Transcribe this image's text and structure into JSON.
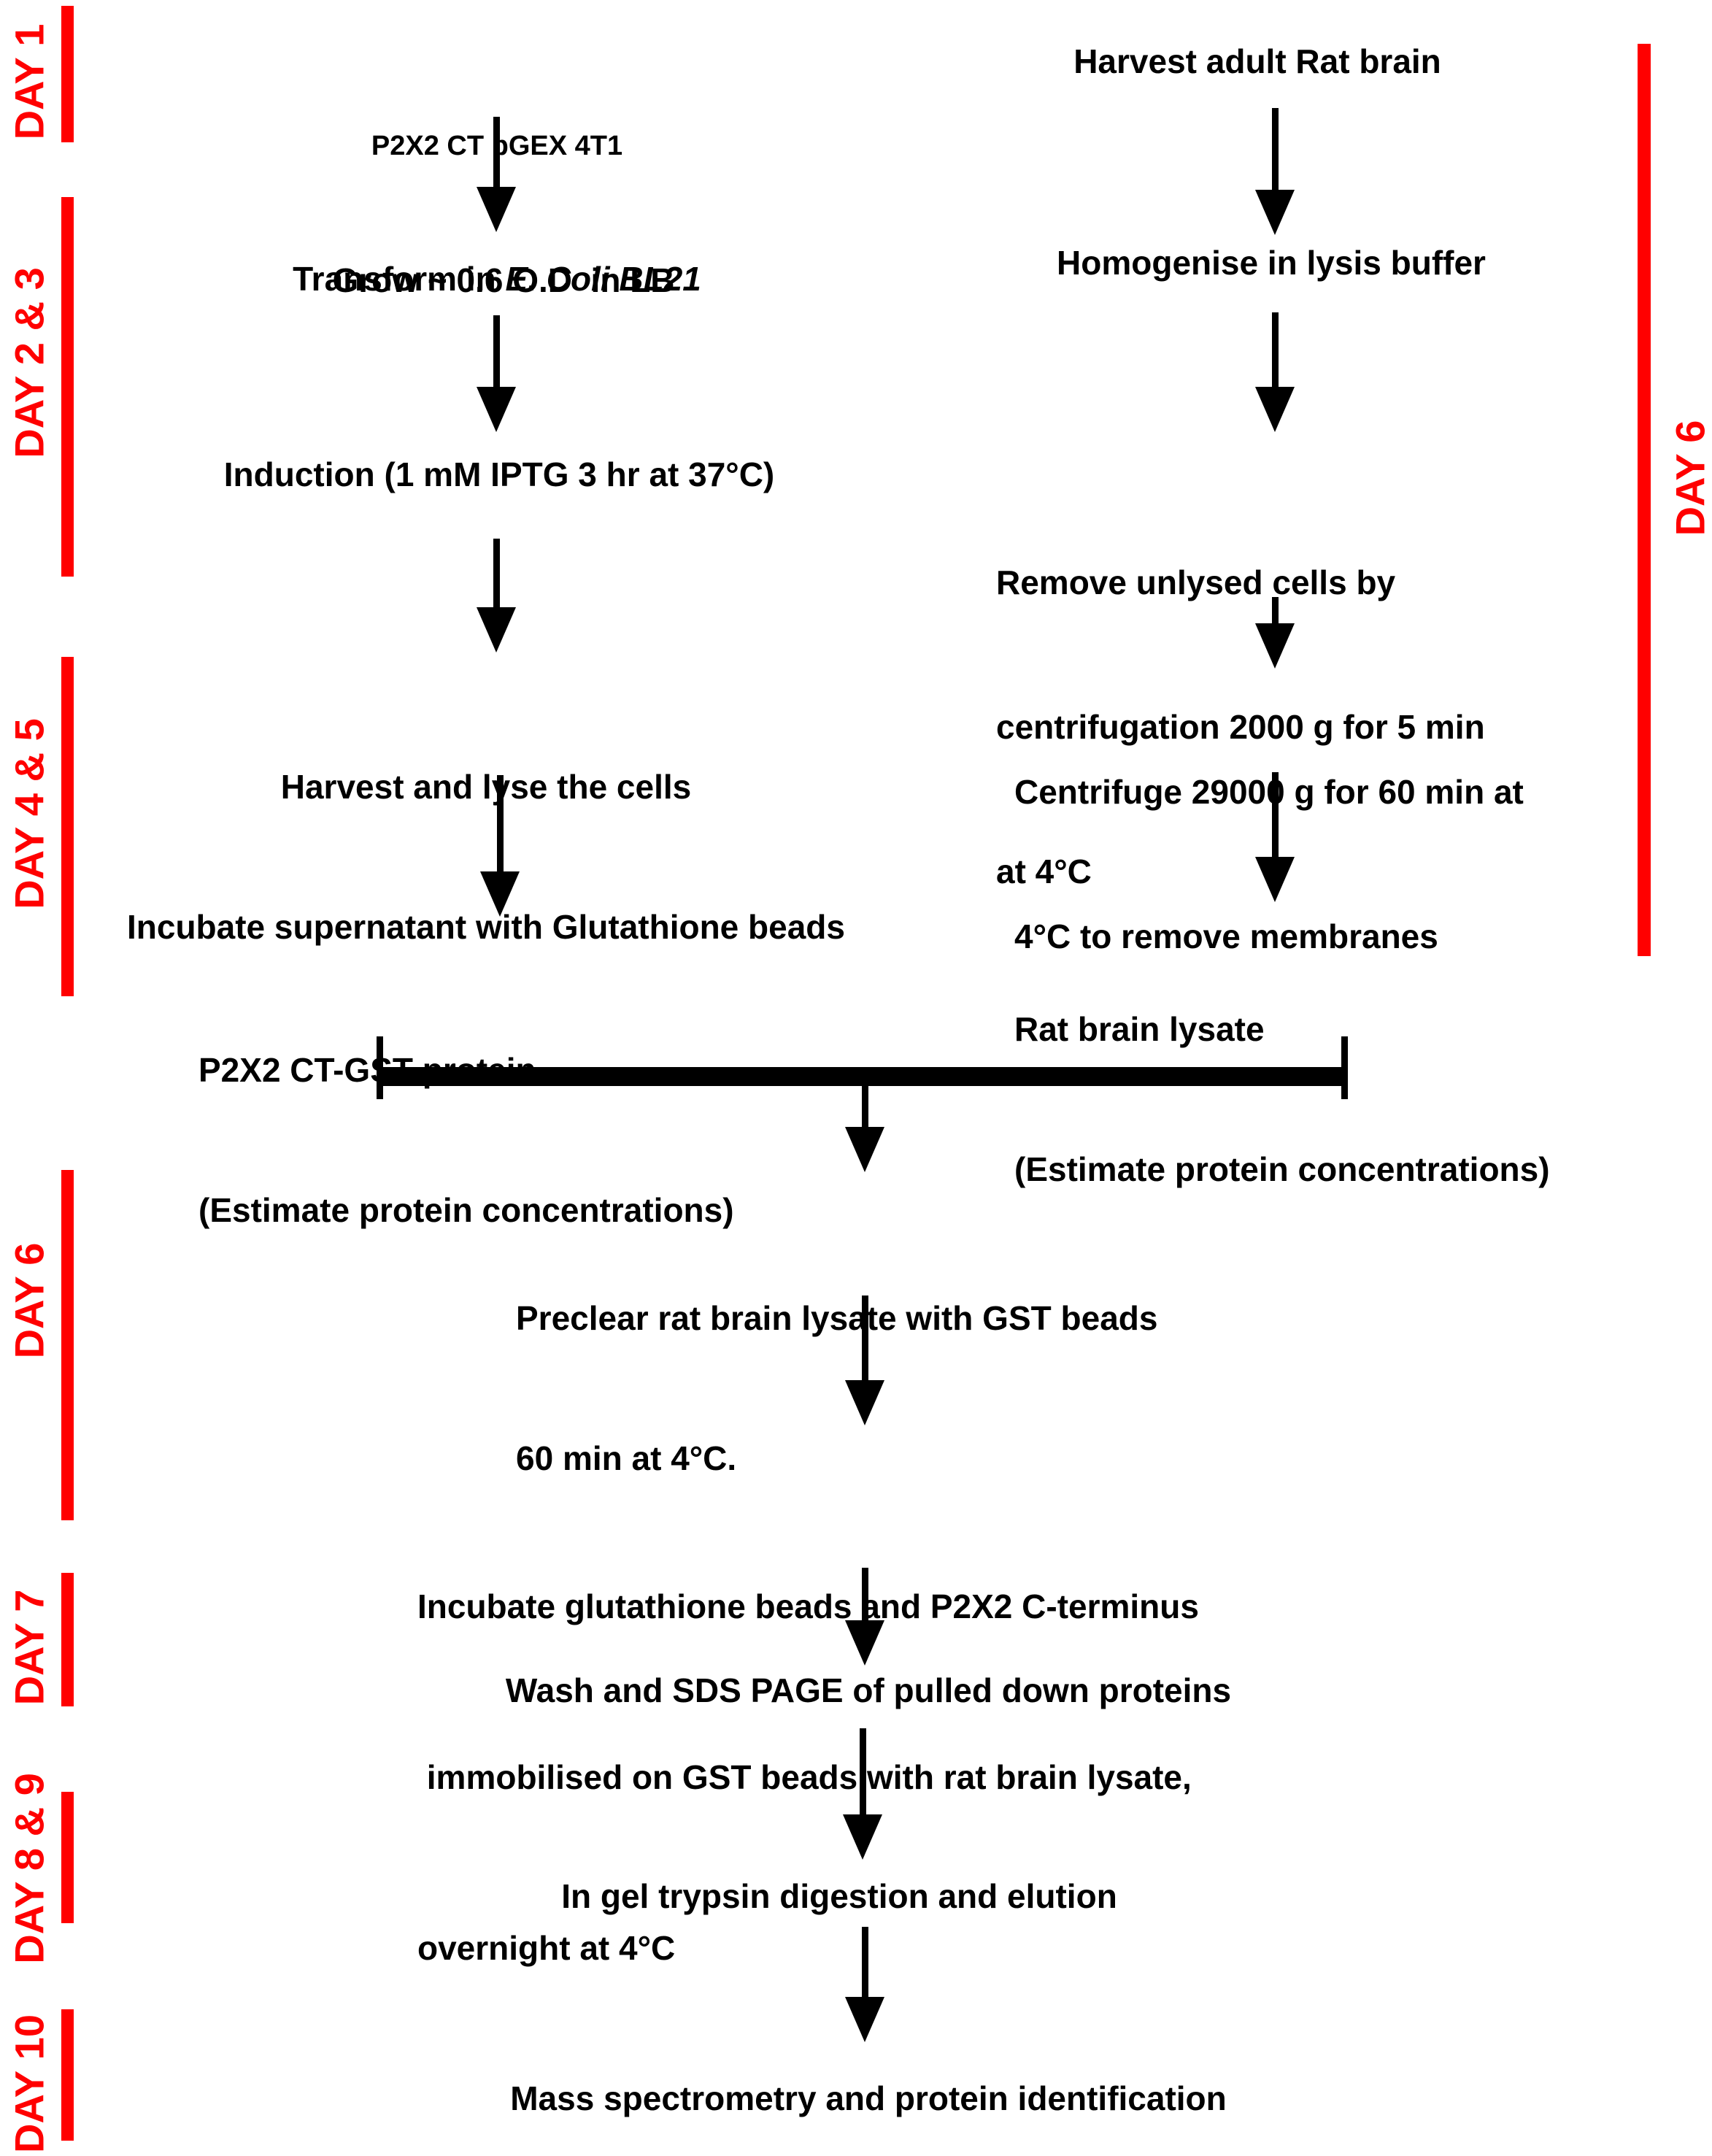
{
  "timeline": {
    "left": [
      "DAY 1",
      "DAY 2 & 3",
      "DAY 4 & 5",
      "DAY 6",
      "DAY 7",
      "DAY 8 & 9",
      "DAY 10"
    ],
    "right": [
      "DAY 6"
    ]
  },
  "left_column": {
    "step1_line1": "P2X2 CT pGEX 4T1",
    "step1_line2_prefix": "Transform in ",
    "step1_line2_italic": "E. Coli BL21",
    "step2": "Grow ~ 0.6 O.D  in LB",
    "step3": "Induction (1 mM IPTG 3 hr at 37°C)",
    "step4_line1": "Harvest and lyse the cells",
    "step4_line2": "Incubate supernatant with Glutathione beads",
    "result_line1": "P2X2 CT-GST protein",
    "result_line2": "(Estimate protein concentrations)"
  },
  "right_column": {
    "step1": "Harvest adult Rat brain",
    "step2": "Homogenise in lysis buffer",
    "step3_line1": "Remove unlysed cells by",
    "step3_line2": "centrifugation 2000 g for 5 min",
    "step3_line3": "at 4°C",
    "step4_line1": "Centrifuge 29000 g for 60 min at",
    "step4_line2": "4°C to remove membranes",
    "result_line1": "Rat brain lysate",
    "result_line2": "(Estimate protein concentrations)"
  },
  "merged_flow": {
    "step1_line1": "Preclear rat brain lysate with GST beads",
    "step1_line2": "60 min at 4°C.",
    "step2_line1": "Incubate glutathione beads and P2X2 C-terminus",
    "step2_line2": " immobilised on GST beads with rat brain lysate,",
    "step2_line3": "overnight at 4°C",
    "step3": "Wash and SDS PAGE of pulled down proteins",
    "step4": "In gel trypsin digestion and elution",
    "step5": "Mass spectrometry and protein identification"
  },
  "colors": {
    "accent_red": "#FF0000",
    "text_black": "#000000",
    "background": "#FFFFFF"
  }
}
